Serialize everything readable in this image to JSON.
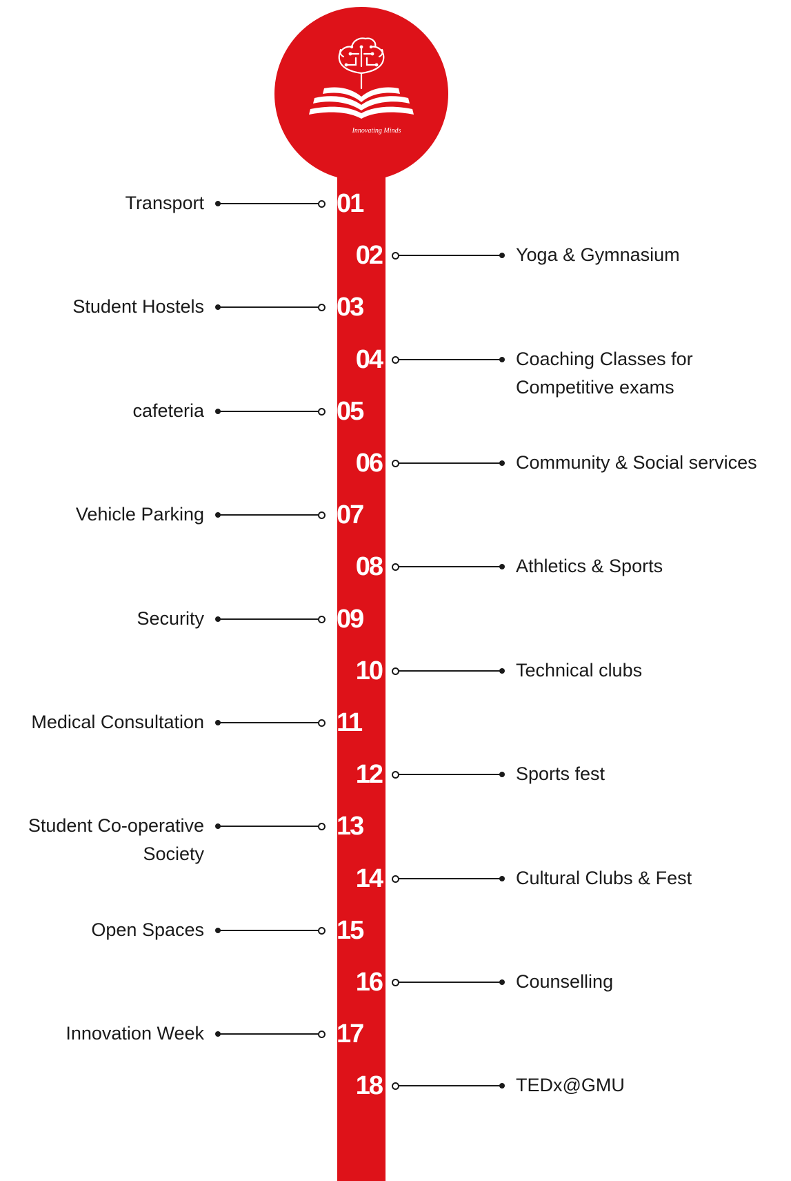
{
  "logo": {
    "tagline": "Innovating Minds"
  },
  "colors": {
    "accent": "#de1219",
    "text": "#1a1a1a",
    "background": "#ffffff"
  },
  "items": [
    {
      "number": "01",
      "label": "Transport",
      "side": "left"
    },
    {
      "number": "02",
      "label": "Yoga & Gymnasium",
      "side": "right"
    },
    {
      "number": "03",
      "label": "Student Hostels",
      "side": "left"
    },
    {
      "number": "04",
      "label": "Coaching Classes for\nCompetitive exams",
      "side": "right"
    },
    {
      "number": "05",
      "label": "cafeteria",
      "side": "left"
    },
    {
      "number": "06",
      "label": "Community & Social services",
      "side": "right"
    },
    {
      "number": "07",
      "label": "Vehicle Parking",
      "side": "left"
    },
    {
      "number": "08",
      "label": "Athletics & Sports",
      "side": "right"
    },
    {
      "number": "09",
      "label": "Security",
      "side": "left"
    },
    {
      "number": "10",
      "label": "Technical clubs",
      "side": "right"
    },
    {
      "number": "11",
      "label": "Medical Consultation",
      "side": "left"
    },
    {
      "number": "12",
      "label": "Sports fest",
      "side": "right"
    },
    {
      "number": "13",
      "label": "Student Co-operative\nSociety",
      "side": "left"
    },
    {
      "number": "14",
      "label": "Cultural Clubs & Fest",
      "side": "right"
    },
    {
      "number": "15",
      "label": "Open Spaces",
      "side": "left"
    },
    {
      "number": "16",
      "label": "Counselling",
      "side": "right"
    },
    {
      "number": "17",
      "label": "Innovation Week",
      "side": "left"
    },
    {
      "number": "18",
      "label": "TEDx@GMU",
      "side": "right"
    }
  ]
}
